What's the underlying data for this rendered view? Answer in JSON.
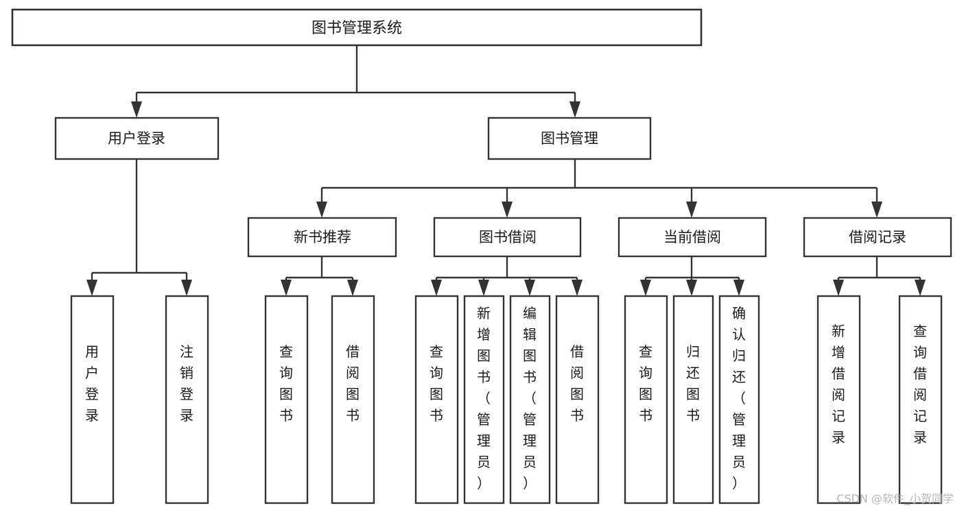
{
  "diagram": {
    "title": "图书管理系统",
    "type": "hierarchical-tree",
    "watermark": "CSDN @软件_小贺同学",
    "colors": {
      "stroke": "#333333",
      "fill": "#ffffff",
      "text": "#1a1a1a",
      "watermark": "#b6b6b6",
      "background": "#ffffff"
    }
  },
  "nodes": {
    "root": {
      "label": "图书管理系统"
    },
    "level2": [
      {
        "label": "用户登录"
      },
      {
        "label": "图书管理"
      }
    ],
    "level3": [
      {
        "label": "新书推荐"
      },
      {
        "label": "图书借阅"
      },
      {
        "label": "当前借阅"
      },
      {
        "label": "借阅记录"
      }
    ],
    "leaves": [
      {
        "label": "用户登录",
        "parent": "用户登录"
      },
      {
        "label": "注销登录",
        "parent": "用户登录"
      },
      {
        "label": "查询图书",
        "parent": "新书推荐"
      },
      {
        "label": "借阅图书",
        "parent": "新书推荐"
      },
      {
        "label": "查询图书",
        "parent": "图书借阅"
      },
      {
        "label": "新增图书（管理员）",
        "parent": "图书借阅"
      },
      {
        "label": "编辑图书（管理员）",
        "parent": "图书借阅"
      },
      {
        "label": "借阅图书",
        "parent": "图书借阅"
      },
      {
        "label": "查询图书",
        "parent": "当前借阅"
      },
      {
        "label": "归还图书",
        "parent": "当前借阅"
      },
      {
        "label": "确认归还（管理员）",
        "parent": "当前借阅"
      },
      {
        "label": "新增借阅记录",
        "parent": "借阅记录"
      },
      {
        "label": "查询借阅记录",
        "parent": "借阅记录"
      }
    ]
  }
}
